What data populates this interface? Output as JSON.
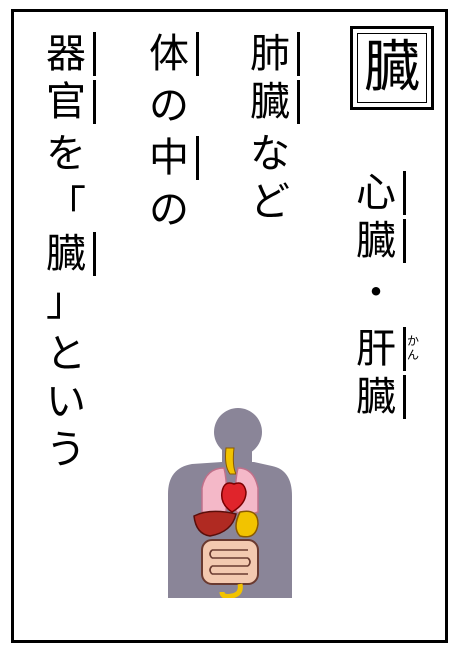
{
  "card": {
    "title_kanji": "臓",
    "column1": [
      "心",
      "臓",
      "・",
      "肝",
      "臓"
    ],
    "column1_ruby": "かん",
    "column2": [
      "肺",
      "臓",
      "な",
      "ど"
    ],
    "column3": [
      "体",
      "の",
      "中",
      "の"
    ],
    "column4": [
      "器",
      "官",
      "を",
      "「",
      "臓",
      "」",
      "と",
      "い",
      "う"
    ]
  },
  "illustration": {
    "icon": "human-body-organs-icon",
    "colors": {
      "body": "#8a8598",
      "lungs": "#f4b8c8",
      "heart": "#e0242b",
      "liver": "#b02a22",
      "stomach": "#f2c300",
      "intestine": "#f3c9b0"
    }
  }
}
